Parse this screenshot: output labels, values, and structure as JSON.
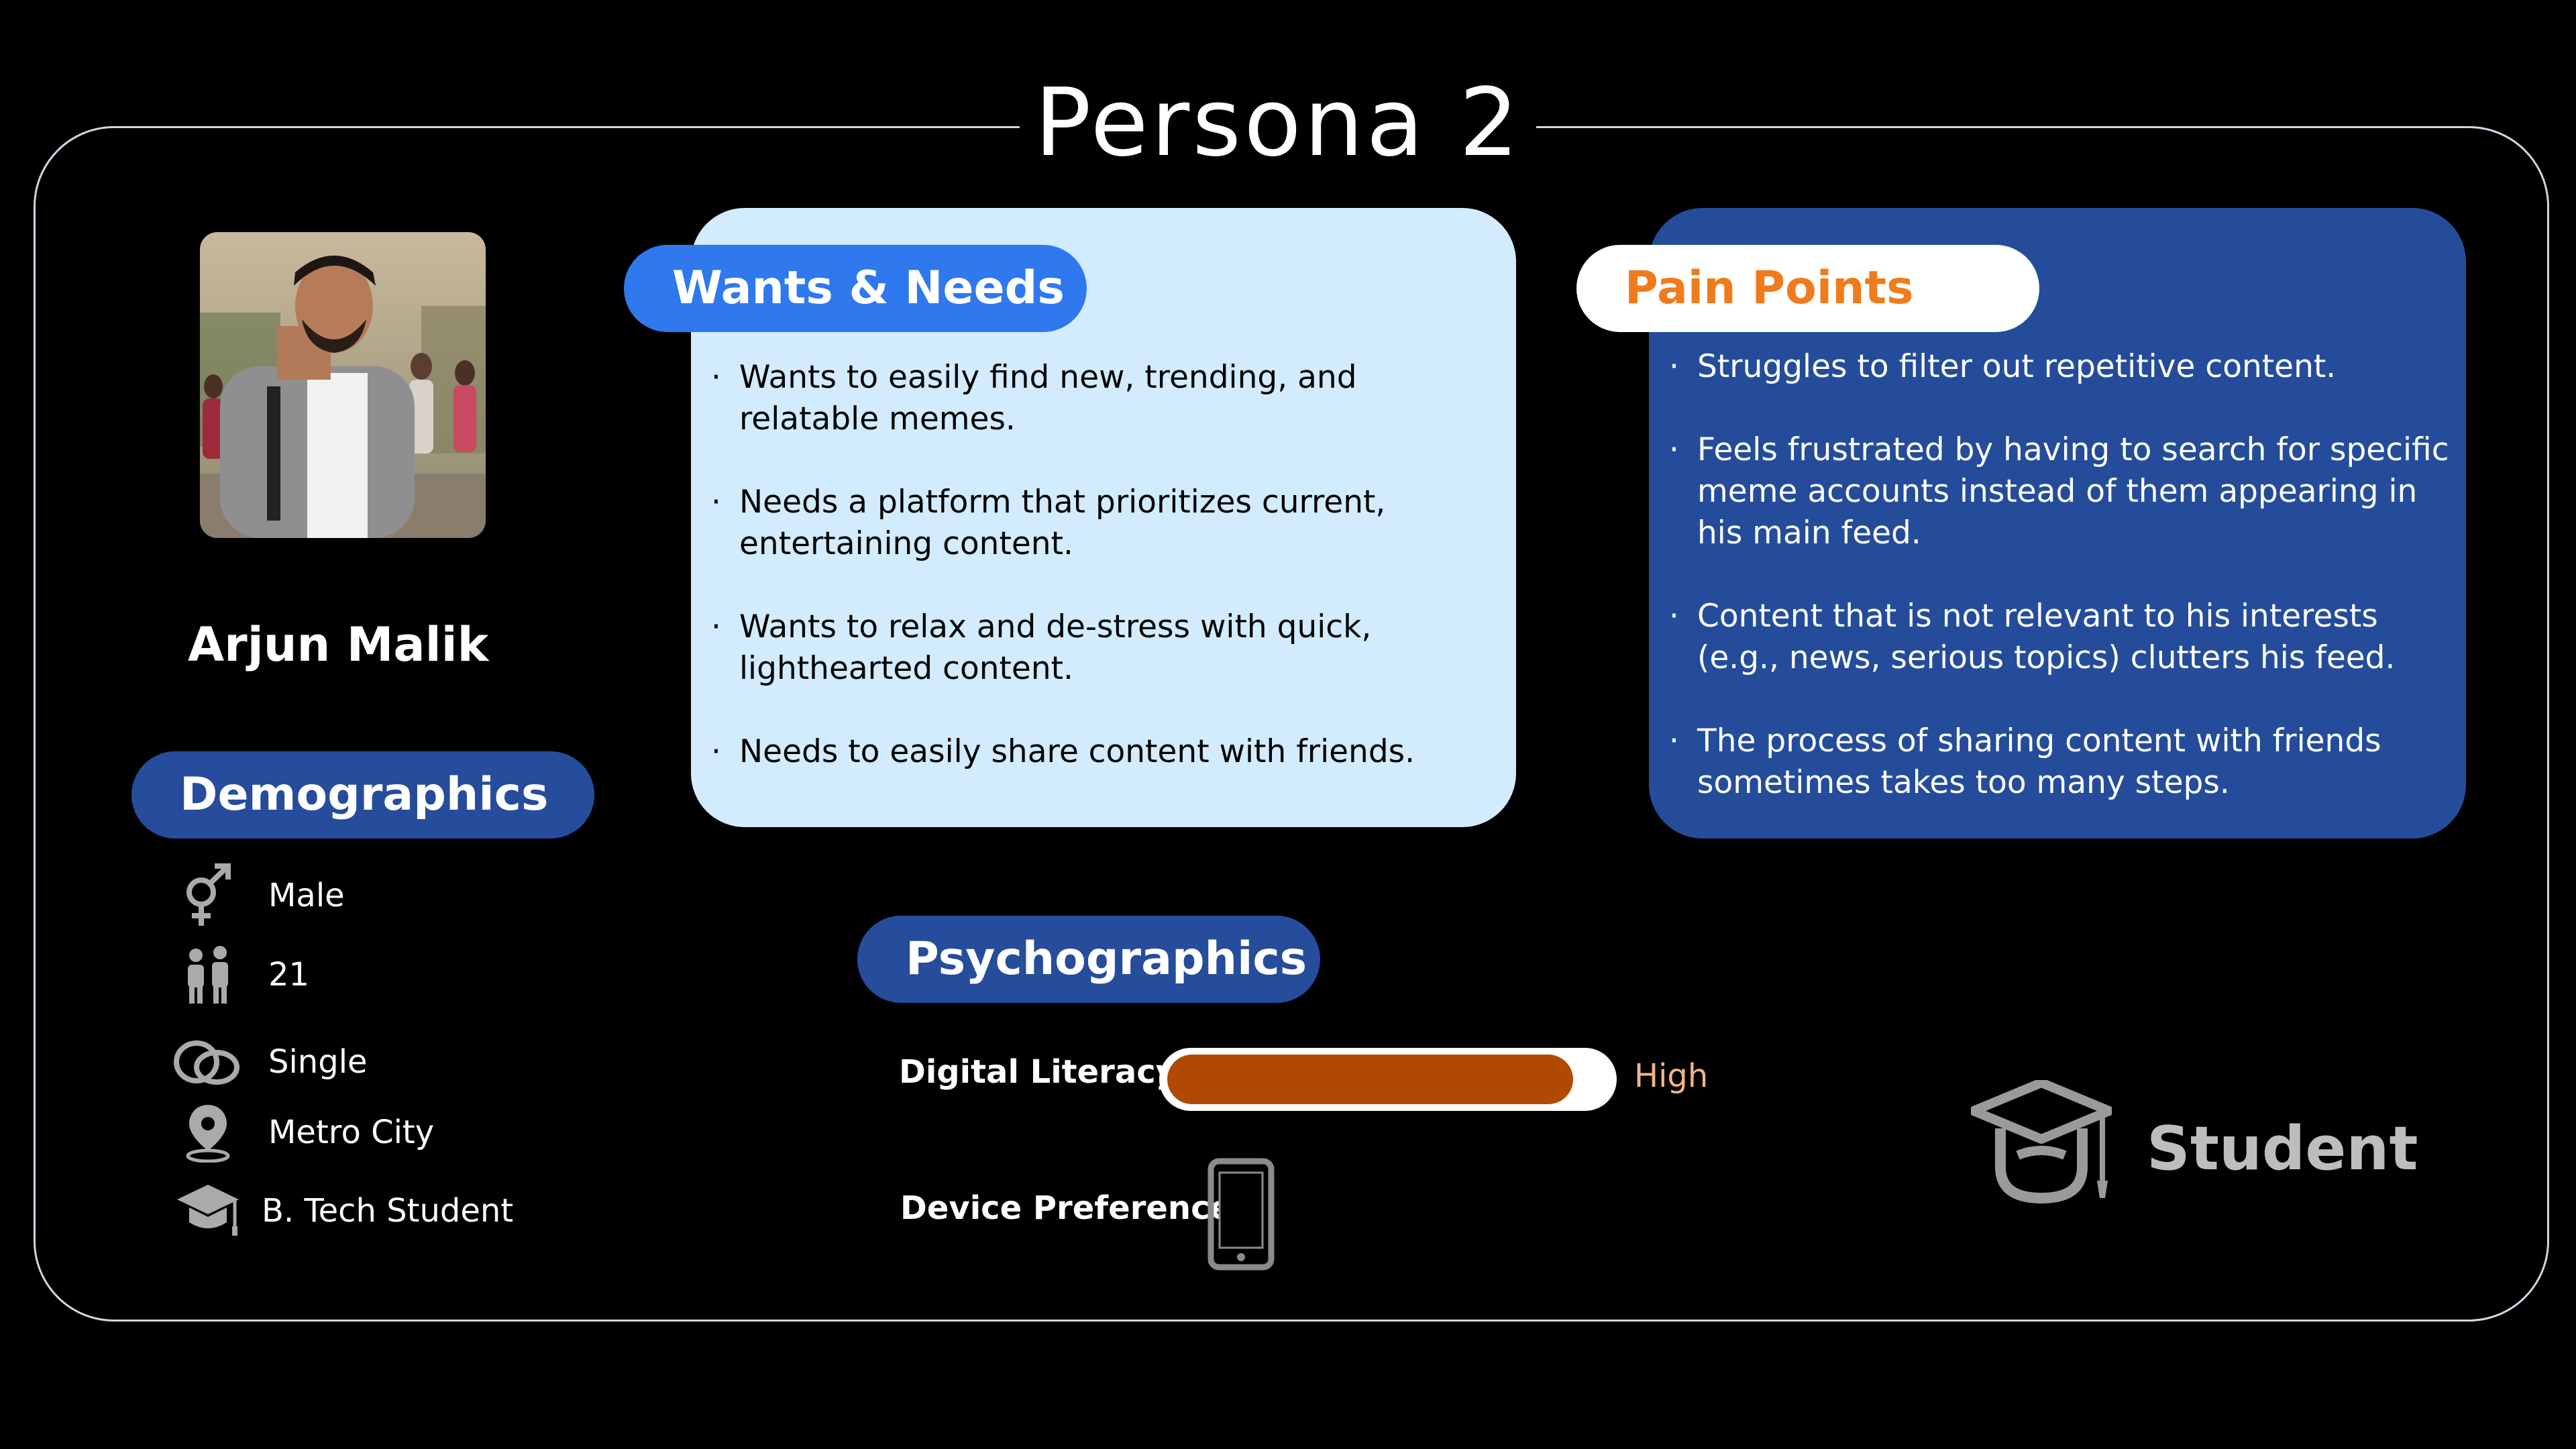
{
  "title": "Persona 2",
  "persona": {
    "name": "Arjun Malik",
    "photo_icon": "person-photo"
  },
  "demographics": {
    "heading": "Demographics",
    "items": [
      {
        "icon": "gender-icon",
        "text": "Male"
      },
      {
        "icon": "age-icon",
        "text": "21"
      },
      {
        "icon": "rings-icon",
        "text": "Single"
      },
      {
        "icon": "location-pin-icon",
        "text": "Metro City"
      },
      {
        "icon": "graduation-cap-icon",
        "text": "B. Tech Student"
      }
    ]
  },
  "wants_needs": {
    "heading": "Wants & Needs",
    "items": [
      "Wants to easily find new, trending, and relatable memes.",
      "Needs a platform that prioritizes current, entertaining content.",
      "Wants to relax and de-stress with quick, lighthearted content.",
      "Needs to easily share content with friends."
    ]
  },
  "pain_points": {
    "heading": "Pain Points",
    "items": [
      "Struggles to filter out repetitive content.",
      "Feels frustrated by having to search for specific meme accounts instead of them appearing in his main feed.",
      "Content that is not relevant to his interests (e.g., news, serious topics) clutters his feed.",
      "The process of sharing content with friends sometimes takes too many steps."
    ]
  },
  "psychographics": {
    "heading": "Psychographics",
    "digital_literacy_label": "Digital Literacy :",
    "digital_literacy_value": "High",
    "digital_literacy_level": 0.92,
    "device_preference_label": "Device Preference :",
    "device_icon": "smartphone-icon"
  },
  "occupation": {
    "icon": "student-cap-icon",
    "label": "Student"
  },
  "colors": {
    "accent_blue": "#264c9c",
    "light_card": "#d2ecfe",
    "orange": "#ef7c1c",
    "bar_fill": "#b04a02"
  }
}
